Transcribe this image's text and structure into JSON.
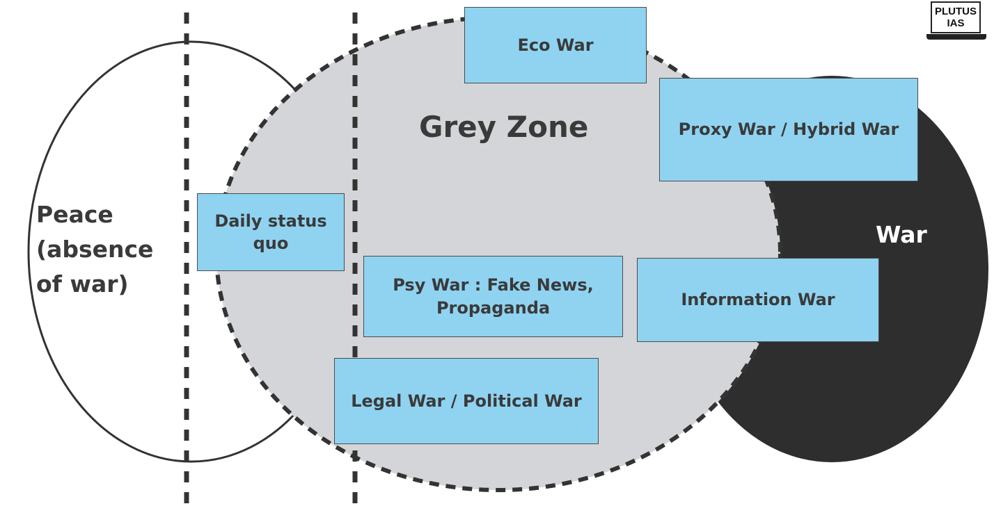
{
  "labels": {
    "peace": [
      "Peace",
      "(absence",
      "of war)"
    ],
    "grey_zone": "Grey Zone",
    "war": "War"
  },
  "boxes": {
    "eco_war": "Eco War",
    "proxy_war": "Proxy War / Hybrid War",
    "daily_status_quo": [
      "Daily status",
      "quo"
    ],
    "psy_war": [
      "Psy War : Fake News,",
      "Propaganda"
    ],
    "information_war": "Information War",
    "legal_war": "Legal War / Political War"
  },
  "logo": {
    "line1": "PLUTUS",
    "line2": "IAS"
  },
  "colors": {
    "box_fill": "#8fd3f1",
    "grey_zone": "#d4d5d8",
    "war": "#2e2e2e",
    "text": "#3a3a3a"
  }
}
